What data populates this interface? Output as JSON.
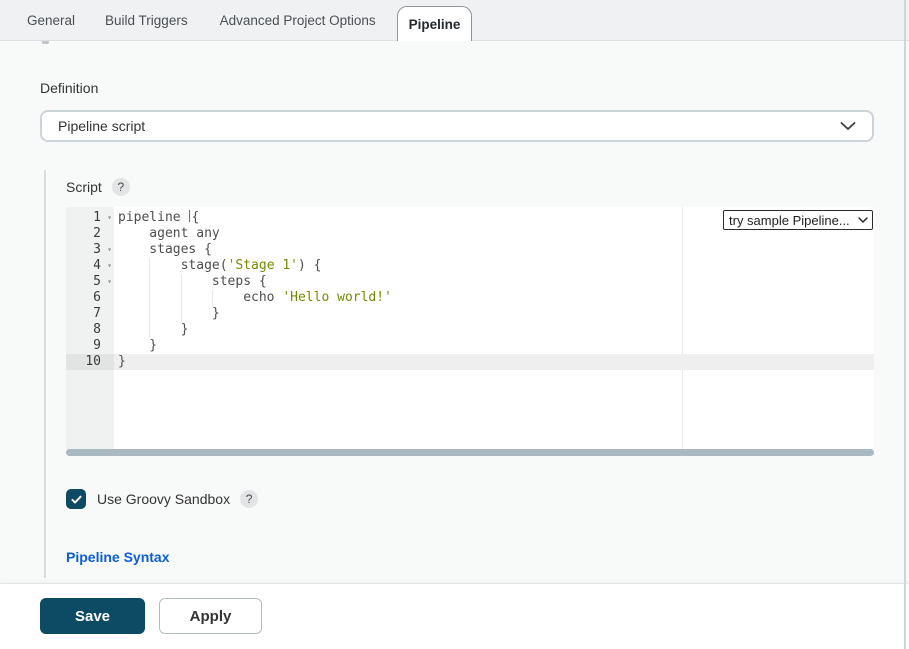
{
  "tab_bar": {
    "tabs": [
      {
        "label": "General",
        "active": false
      },
      {
        "label": "Build Triggers",
        "active": false
      },
      {
        "label": "Advanced Project Options",
        "active": false
      },
      {
        "label": "Pipeline",
        "active": true
      }
    ]
  },
  "definition": {
    "label": "Definition",
    "selected": "Pipeline script"
  },
  "script_section": {
    "label": "Script",
    "help_icon": "?"
  },
  "editor": {
    "sample_dropdown": {
      "selected": "try sample Pipeline..."
    },
    "active_line": 10,
    "colors": {
      "code_text": "#4d4d4c",
      "string_green": "#718c00"
    },
    "lines": [
      {
        "num": 1,
        "fold": true,
        "indent": 0,
        "tokens": [
          [
            "plain",
            "pipeline "
          ],
          [
            "cursor",
            ""
          ],
          [
            "plain",
            "{"
          ]
        ]
      },
      {
        "num": 2,
        "fold": false,
        "indent": 4,
        "tokens": [
          [
            "plain",
            "agent any"
          ]
        ]
      },
      {
        "num": 3,
        "fold": true,
        "indent": 4,
        "tokens": [
          [
            "plain",
            "stages {"
          ]
        ]
      },
      {
        "num": 4,
        "fold": true,
        "indent": 8,
        "tokens": [
          [
            "plain",
            "stage("
          ],
          [
            "string",
            "'Stage 1'"
          ],
          [
            "plain",
            ") {"
          ]
        ]
      },
      {
        "num": 5,
        "fold": true,
        "indent": 12,
        "tokens": [
          [
            "plain",
            "steps {"
          ]
        ]
      },
      {
        "num": 6,
        "fold": false,
        "indent": 16,
        "tokens": [
          [
            "plain",
            "echo "
          ],
          [
            "string",
            "'Hello world!'"
          ]
        ]
      },
      {
        "num": 7,
        "fold": false,
        "indent": 12,
        "tokens": [
          [
            "plain",
            "}"
          ]
        ]
      },
      {
        "num": 8,
        "fold": false,
        "indent": 8,
        "tokens": [
          [
            "plain",
            "}"
          ]
        ]
      },
      {
        "num": 9,
        "fold": false,
        "indent": 4,
        "tokens": [
          [
            "plain",
            "}"
          ]
        ]
      },
      {
        "num": 10,
        "fold": false,
        "indent": 0,
        "tokens": [
          [
            "plain",
            "}"
          ]
        ]
      }
    ]
  },
  "sandbox": {
    "label": "Use Groovy Sandbox",
    "checked": true,
    "help_icon": "?"
  },
  "links": {
    "pipeline_syntax": "Pipeline Syntax"
  },
  "footer": {
    "save_label": "Save",
    "apply_label": "Apply"
  },
  "colors": {
    "accent_navy": "#0d4a63",
    "link_blue": "#0b5ed7",
    "string_green": "#718c00"
  }
}
